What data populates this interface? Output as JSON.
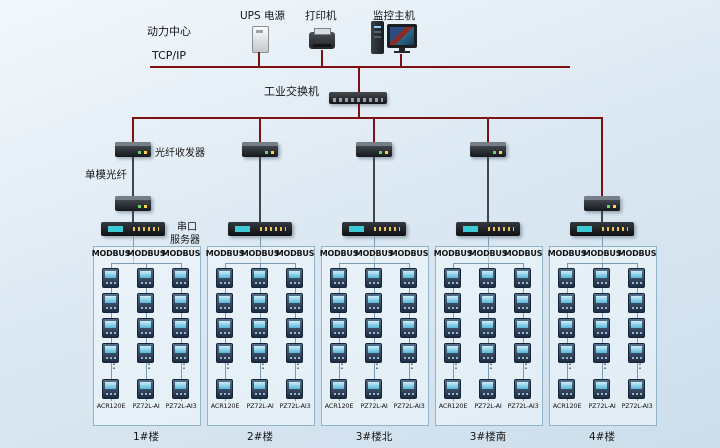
{
  "colors": {
    "bus_red": "#7c1013",
    "device_link": "#3f454b",
    "internal_line": "#7b9ab0",
    "box_border": "#93b4c8"
  },
  "top": {
    "power_center": "动力中心",
    "ups": "UPS 电源",
    "printer": "打印机",
    "monitor_host": "监控主机",
    "tcpip": "TCP/IP",
    "switch": "工业交换机"
  },
  "left_labels": {
    "fiber_transceiver": "光纤收发器",
    "single_mode_fiber": "单模光纤",
    "serial_server_l1": "串口",
    "serial_server_l2": "服务器"
  },
  "groups": [
    {
      "name": "1#楼",
      "columns": [
        {
          "header": "MODBUS",
          "model": "ACR120E"
        },
        {
          "header": "MODBUS",
          "model": "PZ72L-AI"
        },
        {
          "header": "MODBUS",
          "model": "PZ72L-AI3"
        }
      ]
    },
    {
      "name": "2#楼",
      "columns": [
        {
          "header": "MODBUS",
          "model": "ACR120E"
        },
        {
          "header": "MODBUS",
          "model": "PZ72L-AI"
        },
        {
          "header": "MODBUS",
          "model": "PZ72L-AI3"
        }
      ]
    },
    {
      "name": "3#楼北",
      "columns": [
        {
          "header": "MODBUS",
          "model": "ACR120E"
        },
        {
          "header": "MODBUS",
          "model": "PZ72L-AI"
        },
        {
          "header": "MODBUS",
          "model": "PZ72L-AI3"
        }
      ]
    },
    {
      "name": "3#楼南",
      "columns": [
        {
          "header": "MODBUS",
          "model": "ACR120E"
        },
        {
          "header": "MODBUS",
          "model": "PZ72L-AI"
        },
        {
          "header": "MODBUS",
          "model": "PZ72L-AI3"
        }
      ]
    },
    {
      "name": "4#楼",
      "columns": [
        {
          "header": "MODBUS",
          "model": "ACR120E"
        },
        {
          "header": "MODBUS",
          "model": "PZ72L-AI"
        },
        {
          "header": "MODBUS",
          "model": "PZ72L-AI3"
        }
      ]
    }
  ]
}
